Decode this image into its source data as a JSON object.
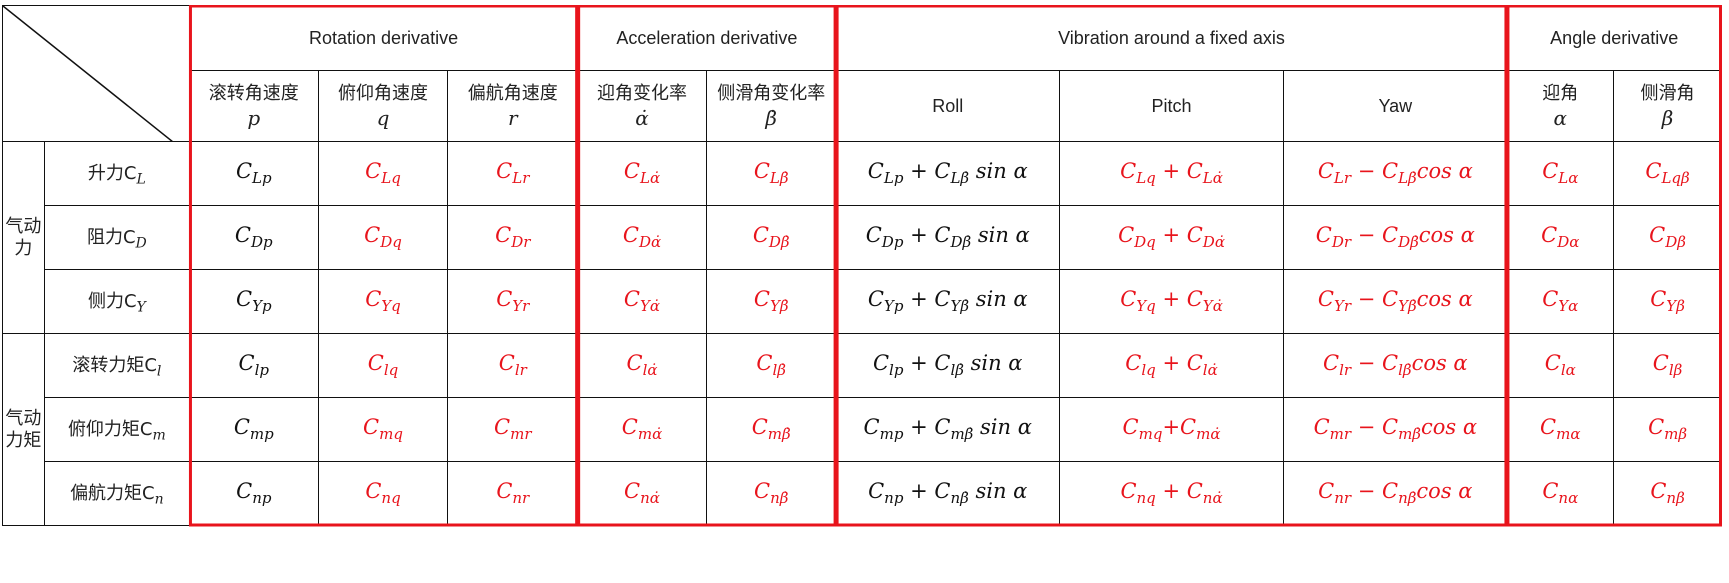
{
  "groups": [
    {
      "key": "rotation",
      "label": "Rotation derivative"
    },
    {
      "key": "acceleration",
      "label": "Acceleration derivative"
    },
    {
      "key": "vibration",
      "label": "Vibration around a fixed axis"
    },
    {
      "key": "angle",
      "label": "Angle derivative"
    }
  ],
  "subheaders": [
    {
      "label": "滚转角速度",
      "symbol": "p"
    },
    {
      "label": "俯仰角速度",
      "symbol": "q"
    },
    {
      "label": "偏航角速度",
      "symbol": "r"
    },
    {
      "label": "迎角变化率",
      "symbol": "α̇"
    },
    {
      "label": "侧滑角变化率",
      "symbol": "β̇"
    },
    {
      "label": "Roll",
      "symbol": ""
    },
    {
      "label": "Pitch",
      "symbol": ""
    },
    {
      "label": "Yaw",
      "symbol": ""
    },
    {
      "label": "迎角",
      "symbol": "α"
    },
    {
      "label": "侧滑角",
      "symbol": "β"
    }
  ],
  "row_groups": [
    {
      "label": "气动力"
    },
    {
      "label": "气动力矩"
    }
  ],
  "rows": [
    {
      "label": "升力C",
      "sub": "L",
      "cells": [
        {
          "base": "C",
          "sub": "Lp",
          "rest": "",
          "color": "#111111"
        },
        {
          "base": "C",
          "sub": "Lq",
          "rest": "",
          "color": "#e8141c"
        },
        {
          "base": "C",
          "sub": "Lr",
          "rest": "",
          "color": "#e8141c"
        },
        {
          "base": "C",
          "sub": "Lα̇",
          "rest": "",
          "color": "#e8141c"
        },
        {
          "base": "C",
          "sub": "Lβ̇",
          "rest": "",
          "color": "#e8141c"
        },
        {
          "base": "C",
          "sub": "Lp",
          "rest": " + C",
          "sub2": "Lβ̇",
          "tail": " sin α",
          "color": "#111111"
        },
        {
          "base": "C",
          "sub": "Lq",
          "rest": " + C",
          "sub2": "Lα̇",
          "tail": "",
          "color": "#e8141c"
        },
        {
          "base": "C",
          "sub": "Lr",
          "rest": " − C",
          "sub2": "Lβ̇",
          "tail": "cos α",
          "color": "#e8141c"
        },
        {
          "base": "C",
          "sub": "Lα",
          "rest": "",
          "color": "#e8141c"
        },
        {
          "base": "C",
          "sub": "Lqβ",
          "rest": "",
          "color": "#e8141c"
        }
      ]
    },
    {
      "label": "阻力C",
      "sub": "D",
      "cells": [
        {
          "base": "C",
          "sub": "Dp",
          "rest": "",
          "color": "#111111"
        },
        {
          "base": "C",
          "sub": "Dq",
          "rest": "",
          "color": "#e8141c"
        },
        {
          "base": "C",
          "sub": "Dr",
          "rest": "",
          "color": "#e8141c"
        },
        {
          "base": "C",
          "sub": "Dα̇",
          "rest": "",
          "color": "#e8141c"
        },
        {
          "base": "C",
          "sub": "Dβ̇",
          "rest": "",
          "color": "#e8141c"
        },
        {
          "base": "C",
          "sub": "Dp",
          "rest": " + C",
          "sub2": "Dβ̇",
          "tail": " sin α",
          "color": "#111111"
        },
        {
          "base": "C",
          "sub": "Dq",
          "rest": " + C",
          "sub2": "Dα̇",
          "tail": "",
          "color": "#e8141c"
        },
        {
          "base": "C",
          "sub": "Dr",
          "rest": " − C",
          "sub2": "Dβ̇",
          "tail": "cos α",
          "color": "#e8141c"
        },
        {
          "base": "C",
          "sub": "Dα",
          "rest": "",
          "color": "#e8141c"
        },
        {
          "base": "C",
          "sub": "Dβ",
          "rest": "",
          "color": "#e8141c"
        }
      ]
    },
    {
      "label": "侧力C",
      "sub": "Y",
      "cells": [
        {
          "base": "C",
          "sub": "Yp",
          "rest": "",
          "color": "#111111"
        },
        {
          "base": "C",
          "sub": "Yq",
          "rest": "",
          "color": "#e8141c"
        },
        {
          "base": "C",
          "sub": "Yr",
          "rest": "",
          "color": "#e8141c"
        },
        {
          "base": "C",
          "sub": "Yα̇",
          "rest": "",
          "color": "#e8141c"
        },
        {
          "base": "C",
          "sub": "Yβ̇",
          "rest": "",
          "color": "#e8141c"
        },
        {
          "base": "C",
          "sub": "Yp",
          "rest": " + C",
          "sub2": "Yβ̇",
          "tail": " sin α",
          "color": "#111111"
        },
        {
          "base": "C",
          "sub": "Yq",
          "rest": " + C",
          "sub2": "Yα̇",
          "tail": "",
          "color": "#e8141c"
        },
        {
          "base": "C",
          "sub": "Yr",
          "rest": " − C",
          "sub2": "Yβ̇",
          "tail": "cos α",
          "color": "#e8141c"
        },
        {
          "base": "C",
          "sub": "Yα",
          "rest": "",
          "color": "#e8141c"
        },
        {
          "base": "C",
          "sub": "Yβ",
          "rest": "",
          "color": "#e8141c"
        }
      ]
    },
    {
      "label": "滚转力矩C",
      "sub": "l",
      "cells": [
        {
          "base": "C",
          "sub": "lp",
          "rest": "",
          "color": "#111111"
        },
        {
          "base": "C",
          "sub": "lq",
          "rest": "",
          "color": "#e8141c"
        },
        {
          "base": "C",
          "sub": "lr",
          "rest": "",
          "color": "#e8141c"
        },
        {
          "base": "C",
          "sub": "lα̇",
          "rest": "",
          "color": "#e8141c"
        },
        {
          "base": "C",
          "sub": "lβ̇",
          "rest": "",
          "color": "#e8141c"
        },
        {
          "base": "C",
          "sub": "lp",
          "rest": " + C",
          "sub2": "lβ̇",
          "tail": " sin α",
          "color": "#111111"
        },
        {
          "base": "C",
          "sub": "lq",
          "rest": " + C",
          "sub2": "lα̇",
          "tail": "",
          "color": "#e8141c"
        },
        {
          "base": "C",
          "sub": "lr",
          "rest": " − C",
          "sub2": "lβ̇",
          "tail": "cos α",
          "color": "#e8141c"
        },
        {
          "base": "C",
          "sub": "lα",
          "rest": "",
          "color": "#e8141c"
        },
        {
          "base": "C",
          "sub": "lβ",
          "rest": "",
          "color": "#e8141c"
        }
      ]
    },
    {
      "label": "俯仰力矩C",
      "sub": "m",
      "cells": [
        {
          "base": "C",
          "sub": "mp",
          "rest": "",
          "color": "#111111"
        },
        {
          "base": "C",
          "sub": "mq",
          "rest": "",
          "color": "#e8141c"
        },
        {
          "base": "C",
          "sub": "mr",
          "rest": "",
          "color": "#e8141c"
        },
        {
          "base": "C",
          "sub": "mα̇",
          "rest": "",
          "color": "#e8141c"
        },
        {
          "base": "C",
          "sub": "mβ̇",
          "rest": "",
          "color": "#e8141c"
        },
        {
          "base": "C",
          "sub": "mp",
          "rest": " + C",
          "sub2": "mβ̇",
          "tail": " sin α",
          "color": "#111111"
        },
        {
          "base": "C",
          "sub": "mq",
          "rest": "+C",
          "sub2": "mα̇",
          "tail": "",
          "color": "#e8141c"
        },
        {
          "base": "C",
          "sub": "mr",
          "rest": " − C",
          "sub2": "mβ̇",
          "tail": "cos α",
          "color": "#e8141c"
        },
        {
          "base": "C",
          "sub": "mα",
          "rest": "",
          "color": "#e8141c"
        },
        {
          "base": "C",
          "sub": "mβ",
          "rest": "",
          "color": "#e8141c"
        }
      ]
    },
    {
      "label": "偏航力矩C",
      "sub": "n",
      "cells": [
        {
          "base": "C",
          "sub": "np",
          "rest": "",
          "color": "#111111"
        },
        {
          "base": "C",
          "sub": "nq",
          "rest": "",
          "color": "#e8141c"
        },
        {
          "base": "C",
          "sub": "nr",
          "rest": "",
          "color": "#e8141c"
        },
        {
          "base": "C",
          "sub": "nα̇",
          "rest": "",
          "color": "#e8141c"
        },
        {
          "base": "C",
          "sub": "nβ̇",
          "rest": "",
          "color": "#e8141c"
        },
        {
          "base": "C",
          "sub": "np",
          "rest": " + C",
          "sub2": "nβ̇",
          "tail": " sin α",
          "color": "#111111"
        },
        {
          "base": "C",
          "sub": "nq",
          "rest": " + C",
          "sub2": "nα̇",
          "tail": "",
          "color": "#e8141c"
        },
        {
          "base": "C",
          "sub": "nr",
          "rest": " − C",
          "sub2": "nβ̇",
          "tail": "cos α",
          "color": "#e8141c"
        },
        {
          "base": "C",
          "sub": "nα",
          "rest": "",
          "color": "#e8141c"
        },
        {
          "base": "C",
          "sub": "nβ",
          "rest": "",
          "color": "#e8141c"
        }
      ]
    }
  ],
  "colors": {
    "highlight": "#e8141c",
    "text": "#111111",
    "frame": "#e8141c"
  }
}
